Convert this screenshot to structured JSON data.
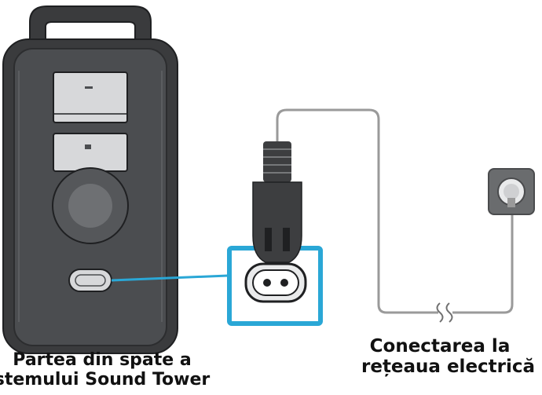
{
  "captions": {
    "speaker_back": {
      "line1": "Partea din spate a",
      "line2": "stemului Sound Tower"
    },
    "mains": {
      "line1": "Conectarea la",
      "line2": "rețeaua electrică"
    }
  },
  "colors": {
    "speaker_body": "#4b4d50",
    "speaker_frame": "#3a3b3d",
    "speaker_panel": "#d7d8da",
    "panel_outline": "#1f2022",
    "woofer": "#6e7073",
    "plug": "#3d3e40",
    "cable": "#9a9a9a",
    "highlight": "#2aa7d6",
    "outlet_plate": "#6a6c6e",
    "caption_text": "#111111"
  }
}
